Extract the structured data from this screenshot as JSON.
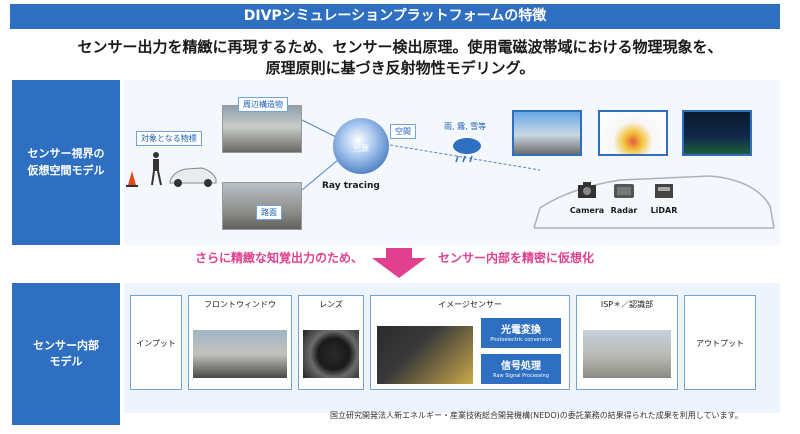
{
  "header": {
    "title": "DIVPシミュレーションプラットフォームの特徴",
    "subtitle_line1": "センサー出力を精緻に再現するため、センサー検出原理。使用電磁波帯域における物理現象を、",
    "subtitle_line2": "原理原則に基づき反射物性モデリング。"
  },
  "section1": {
    "label_line1": "センサー視界の",
    "label_line2": "仮想空間モデル",
    "tags": {
      "target_object": "対象となる物標",
      "surrounding_structures": "周辺構造物",
      "road_surface": "路面",
      "space": "空間",
      "weather": "雨, 霧, 雪等"
    },
    "sphere_label": "光源",
    "ray_tracing": "Ray tracing",
    "sensors": [
      "Camera",
      "Radar",
      "LiDAR"
    ]
  },
  "middle": {
    "left_text": "さらに精緻な知覚出力のため、",
    "right_text": "センサー内部を精密に仮想化"
  },
  "section2": {
    "label_line1": "センサー内部",
    "label_line2": "モデル",
    "steps": {
      "input": "インプット",
      "windshield": "フロントウィンドウ",
      "lens": "レンズ",
      "image_sensor": "イメージセンサー",
      "isp": "ISP＊／認識部",
      "output": "アウトプット"
    },
    "photoelectric": {
      "title": "光電変換",
      "sub": "Photoelectric conversion"
    },
    "signal_processing": {
      "title": "信号処理",
      "sub": "Raw Signal Processing"
    }
  },
  "footer": {
    "credit": "国立研究開発法人新エネルギー・産業技術総合開発機構(NEDO)の委託業務の結果得られた成果を利用しています。"
  },
  "colors": {
    "primary_blue": "#2e6fc2",
    "accent_pink": "#e0408e"
  }
}
